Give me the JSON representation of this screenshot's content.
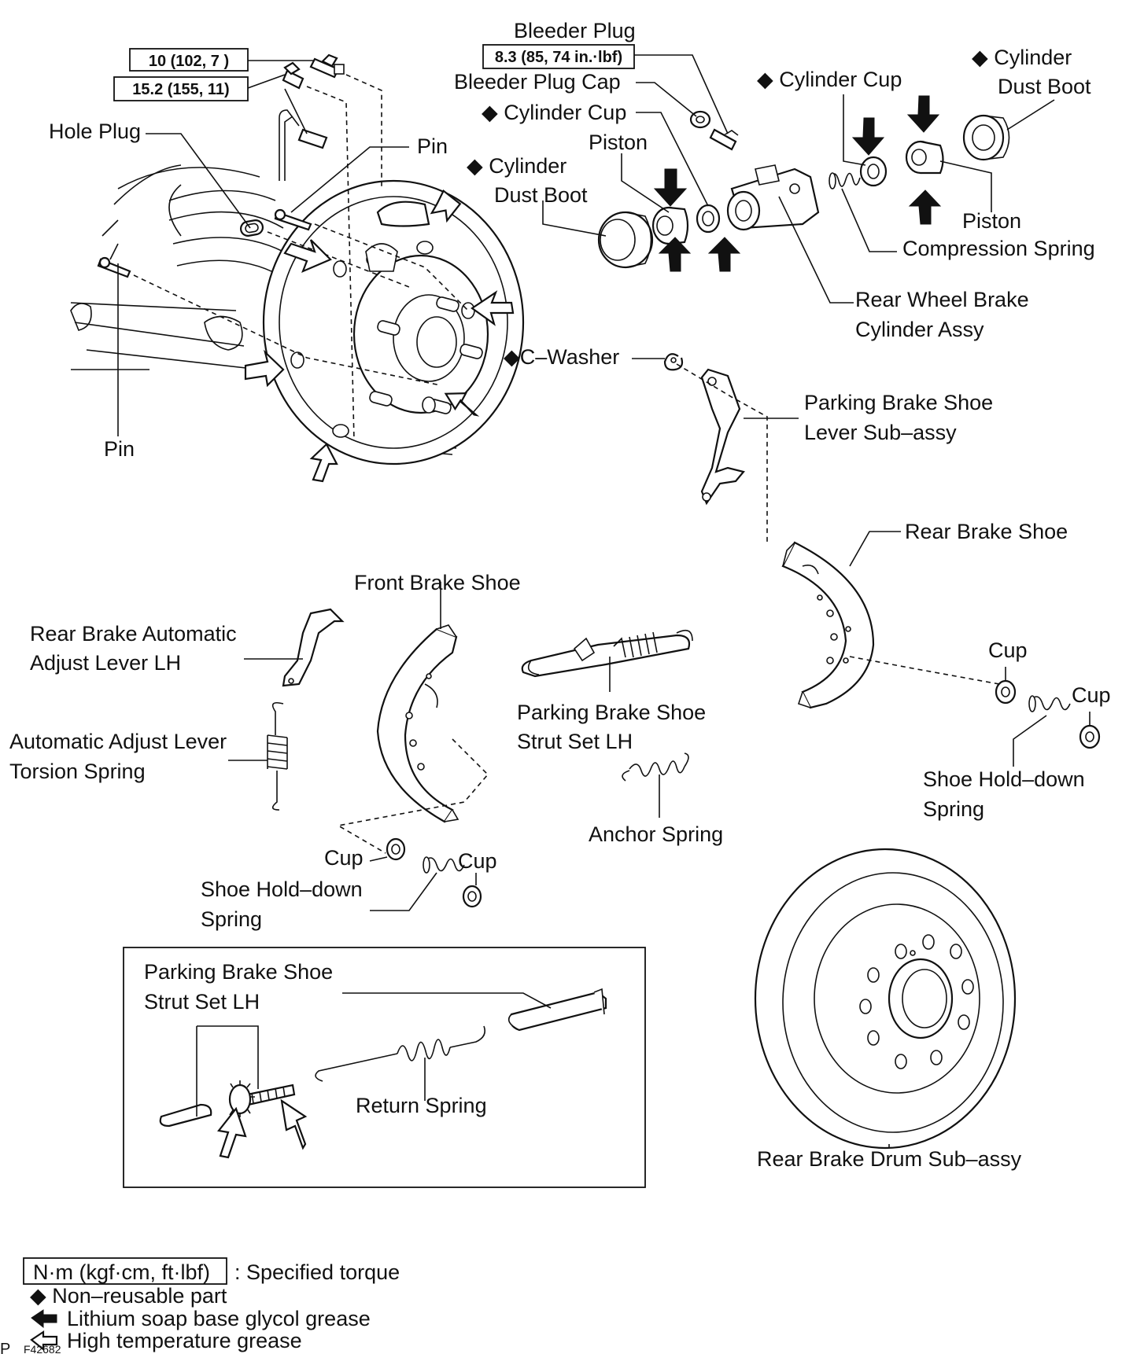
{
  "labels": {
    "bleeder_plug": "Bleeder Plug",
    "bleeder_plug_cap": "Bleeder Plug Cap",
    "cylinder_cup_top": "◆ Cylinder Cup",
    "cylinder_cup_mid": "◆ Cylinder Cup",
    "cylinder_dust_boot_right_1": "◆ Cylinder",
    "cylinder_dust_boot_right_2": "Dust Boot",
    "cylinder_dust_boot_left_1": "◆ Cylinder",
    "cylinder_dust_boot_left_2": "Dust Boot",
    "piston_left": "Piston",
    "piston_right": "Piston",
    "compression_spring": "Compression Spring",
    "hole_plug": "Hole Plug",
    "pin_top": "Pin",
    "pin_left": "Pin",
    "wheel_cyl_1": "Rear Wheel Brake",
    "wheel_cyl_2": "Cylinder Assy",
    "c_washer": "◆C–Washer",
    "pb_lever_1": "Parking Brake Shoe",
    "pb_lever_2": "Lever Sub–assy",
    "rear_brake_shoe": "Rear Brake Shoe",
    "front_brake_shoe": "Front Brake Shoe",
    "auto_adj_lever_1": "Rear Brake Automatic",
    "auto_adj_lever_2": "Adjust Lever LH",
    "strut_set_1": "Parking Brake Shoe",
    "strut_set_2": "Strut Set LH",
    "torsion_spring_1": "Automatic Adjust Lever",
    "torsion_spring_2": "Torsion Spring",
    "anchor_spring": "Anchor Spring",
    "cup_a": "Cup",
    "cup_b": "Cup",
    "cup_c": "Cup",
    "cup_d": "Cup",
    "hold_down_right_1": "Shoe Hold–down",
    "hold_down_right_2": "Spring",
    "hold_down_left_1": "Shoe Hold–down",
    "hold_down_left_2": "Spring",
    "inset_strut_1": "Parking Brake Shoe",
    "inset_strut_2": "Strut Set LH",
    "return_spring": "Return Spring",
    "drum": "Rear Brake Drum Sub–assy"
  },
  "torque": {
    "t1": "10 (102, 7 )",
    "t2": "15.2 (155, 11)",
    "t3": "8.3 (85, 74 in.·lbf)"
  },
  "legend": {
    "torque_box": "N·m (kgf·cm, ft·lbf)",
    "torque_desc": ": Specified torque",
    "non_reusable": "◆ Non–reusable part",
    "lithium": "Lithium soap base glycol grease",
    "high_temp": "High temperature grease"
  },
  "footer": {
    "code_prefix": "P",
    "code": "F42682"
  }
}
